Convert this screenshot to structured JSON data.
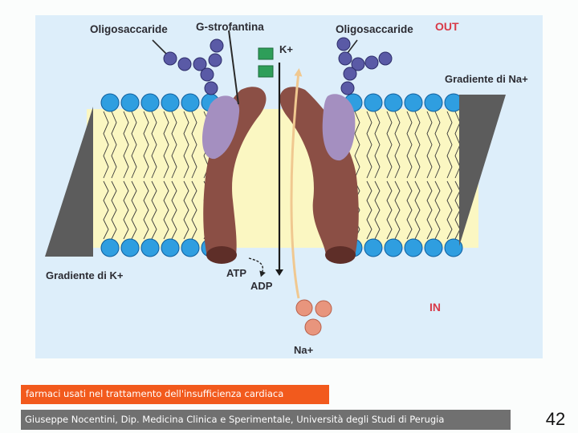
{
  "diagram": {
    "labels": {
      "oligo_left": "Oligosaccaride",
      "strofantina": "G-strofantina",
      "oligo_right": "Oligosaccaride",
      "out": "OUT",
      "k_plus": "K+",
      "na_gradient": "Gradiente di Na+",
      "k_gradient": "Gradiente di K+",
      "atp": "ATP",
      "adp": "ADP",
      "in": "IN",
      "na_plus": "Na+"
    },
    "colors": {
      "panel": "#ddeefa",
      "membrane_core": "#fbf7c2",
      "head": "#2f9ee0",
      "head_edge": "#0f5f9e",
      "protein": "#8b4f45",
      "protein_dark": "#5e2e28",
      "alpha_subunit": "#a48fc0",
      "sugar": "#5a5aa6",
      "strofantina_block": "#2e9e59",
      "na_ion": "#e8957d",
      "na_arrow": "#f0c890",
      "gradient_wedge": "#5c5c5c",
      "red_label": "#d83a48"
    }
  },
  "caption": "farmaci usati nel trattamento dell'insufficienza cardiaca",
  "footer": "Giuseppe Nocentini, Dip. Medicina Clinica e Sperimentale, Università degli Studi di Perugia",
  "page_number": "42"
}
